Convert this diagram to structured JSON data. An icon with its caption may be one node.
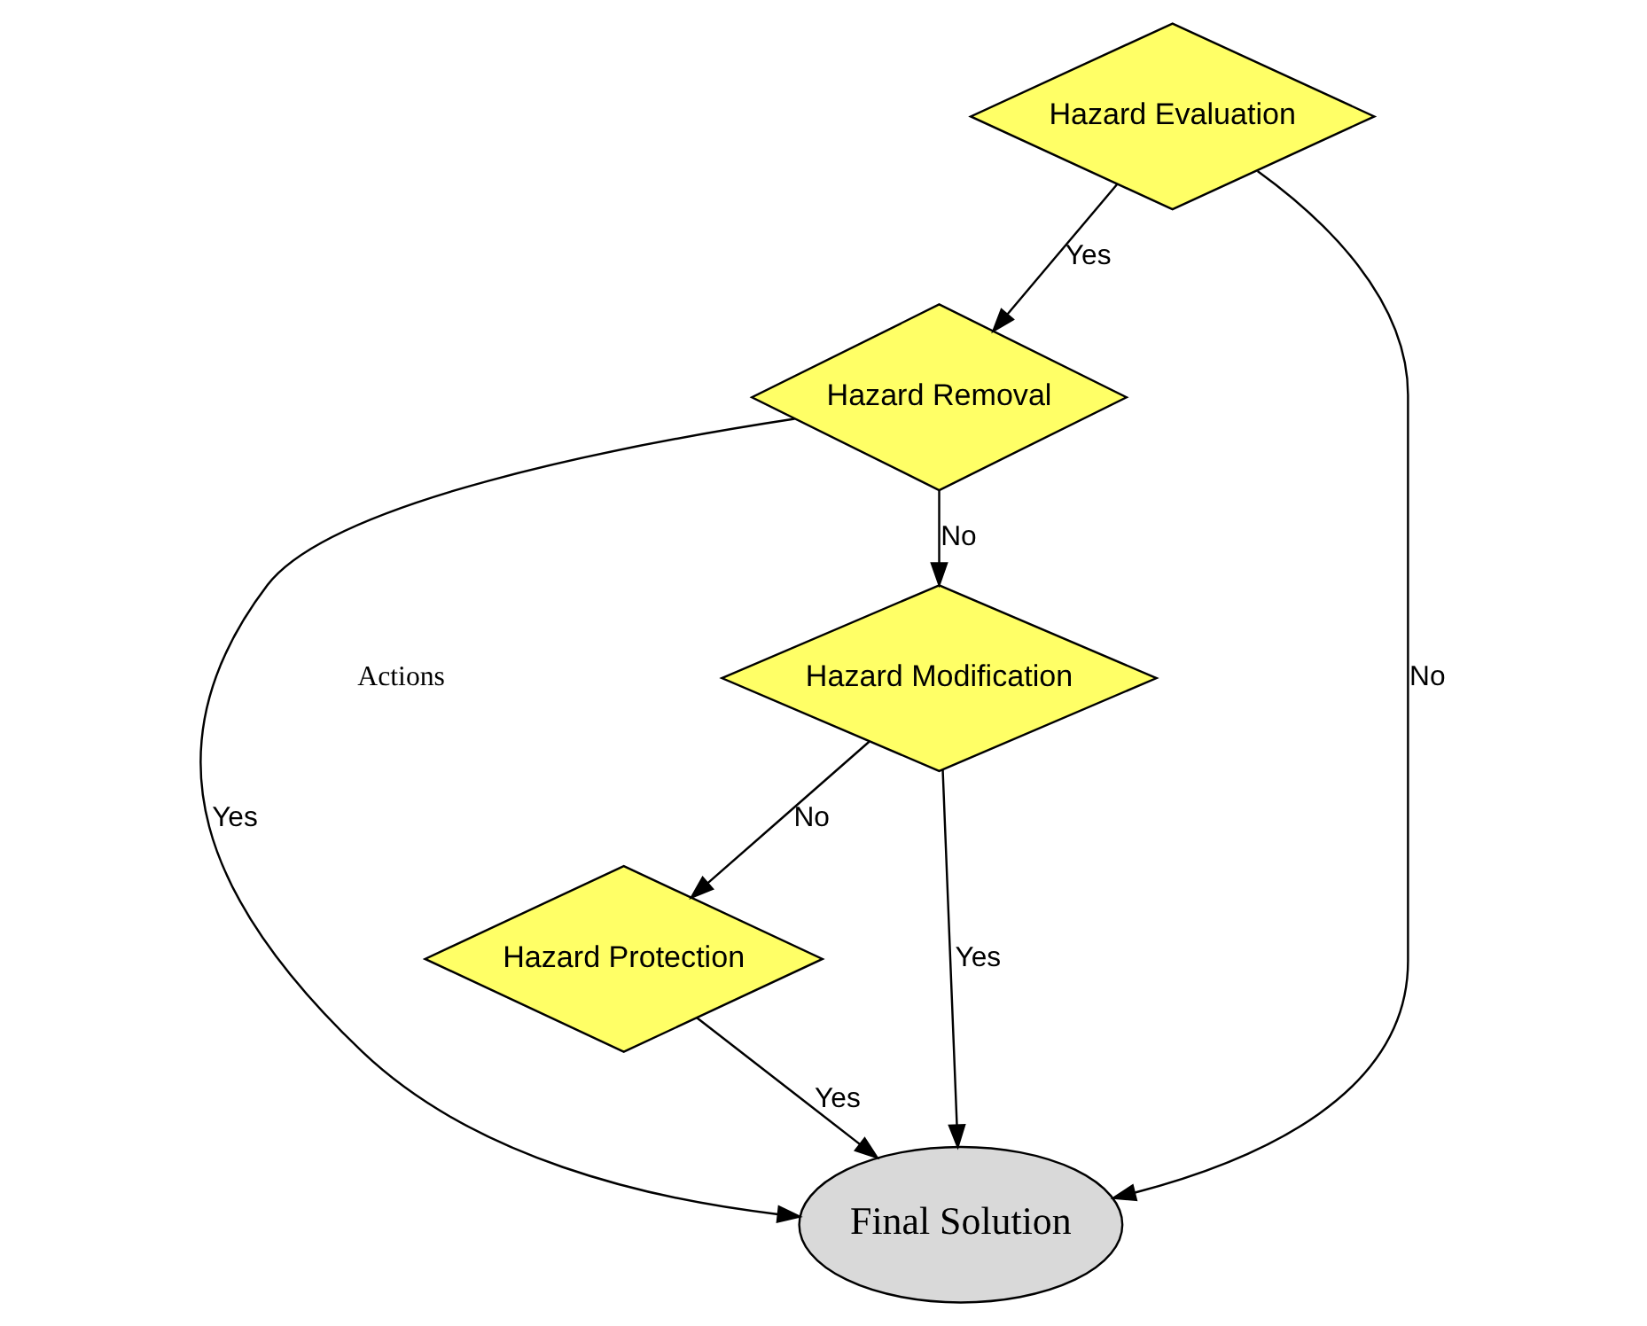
{
  "diagram": {
    "nodes": [
      {
        "text": [
          "Hazard Evaluation"
        ]
      },
      {
        "text": [
          "Hazard Removal"
        ]
      },
      {
        "text": [
          "Hazard Modification"
        ]
      },
      {
        "text": [
          "Hazard Protection"
        ]
      },
      {
        "text": [
          "Final Solution"
        ]
      }
    ],
    "edges": [
      {
        "from": 0,
        "to": 4,
        "label": "No",
        "arrow": "to"
      },
      {
        "from": 0,
        "to": 1,
        "label": "Yes",
        "arrow": "to"
      },
      {
        "from": 1,
        "to": 4,
        "label": "Yes",
        "arrow": "to"
      },
      {
        "from": 1,
        "to": 2,
        "label": "No",
        "arrow": "to"
      },
      {
        "from": 2,
        "to": 4,
        "label": "Yes",
        "arrow": "to"
      },
      {
        "from": 2,
        "to": 3,
        "label": "No",
        "arrow": "to"
      },
      {
        "from": 3,
        "to": 4,
        "label": "Yes",
        "arrow": "to"
      }
    ],
    "labels": [
      "Actions"
    ]
  }
}
